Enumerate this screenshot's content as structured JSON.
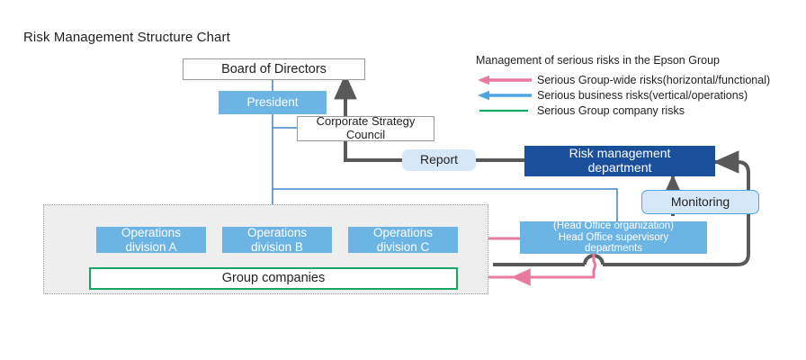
{
  "page": {
    "title": "Risk Management Structure Chart"
  },
  "colors": {
    "pink": "#e8799f",
    "blue": "#4da6dd",
    "green": "#16a765",
    "gray": "#595959",
    "node_blue": "#6cb4e4",
    "node_navy": "#1a4f9c",
    "node_light": "#d6e8f7",
    "panel_bg": "#eeeeee"
  },
  "nodes": {
    "board": "Board of Directors",
    "president": "President",
    "council": "Corporate Strategy\nCouncil",
    "report": "Report",
    "risk_department": "Risk management\ndepartment",
    "monitoring": "Monitoring",
    "division_a": "Operations\ndivision A",
    "division_b": "Operations\ndivision B",
    "division_c": "Operations\ndivision C",
    "group_companies": "Group companies",
    "head_office": "(Head Office organization)\nHead Office supervisory\ndepartments"
  },
  "legend": {
    "title": "Management of serious risks in the Epson Group",
    "items": [
      {
        "label": "Serious Group-wide risks(horizontal/functional)",
        "color": "#e8799f",
        "marker": "arrow-left-icon"
      },
      {
        "label": "Serious business risks(vertical/operations)",
        "color": "#4da6dd",
        "marker": "arrow-left-icon"
      },
      {
        "label": "Serious Group company risks",
        "color": "#16a765",
        "marker": "line-icon"
      }
    ]
  }
}
